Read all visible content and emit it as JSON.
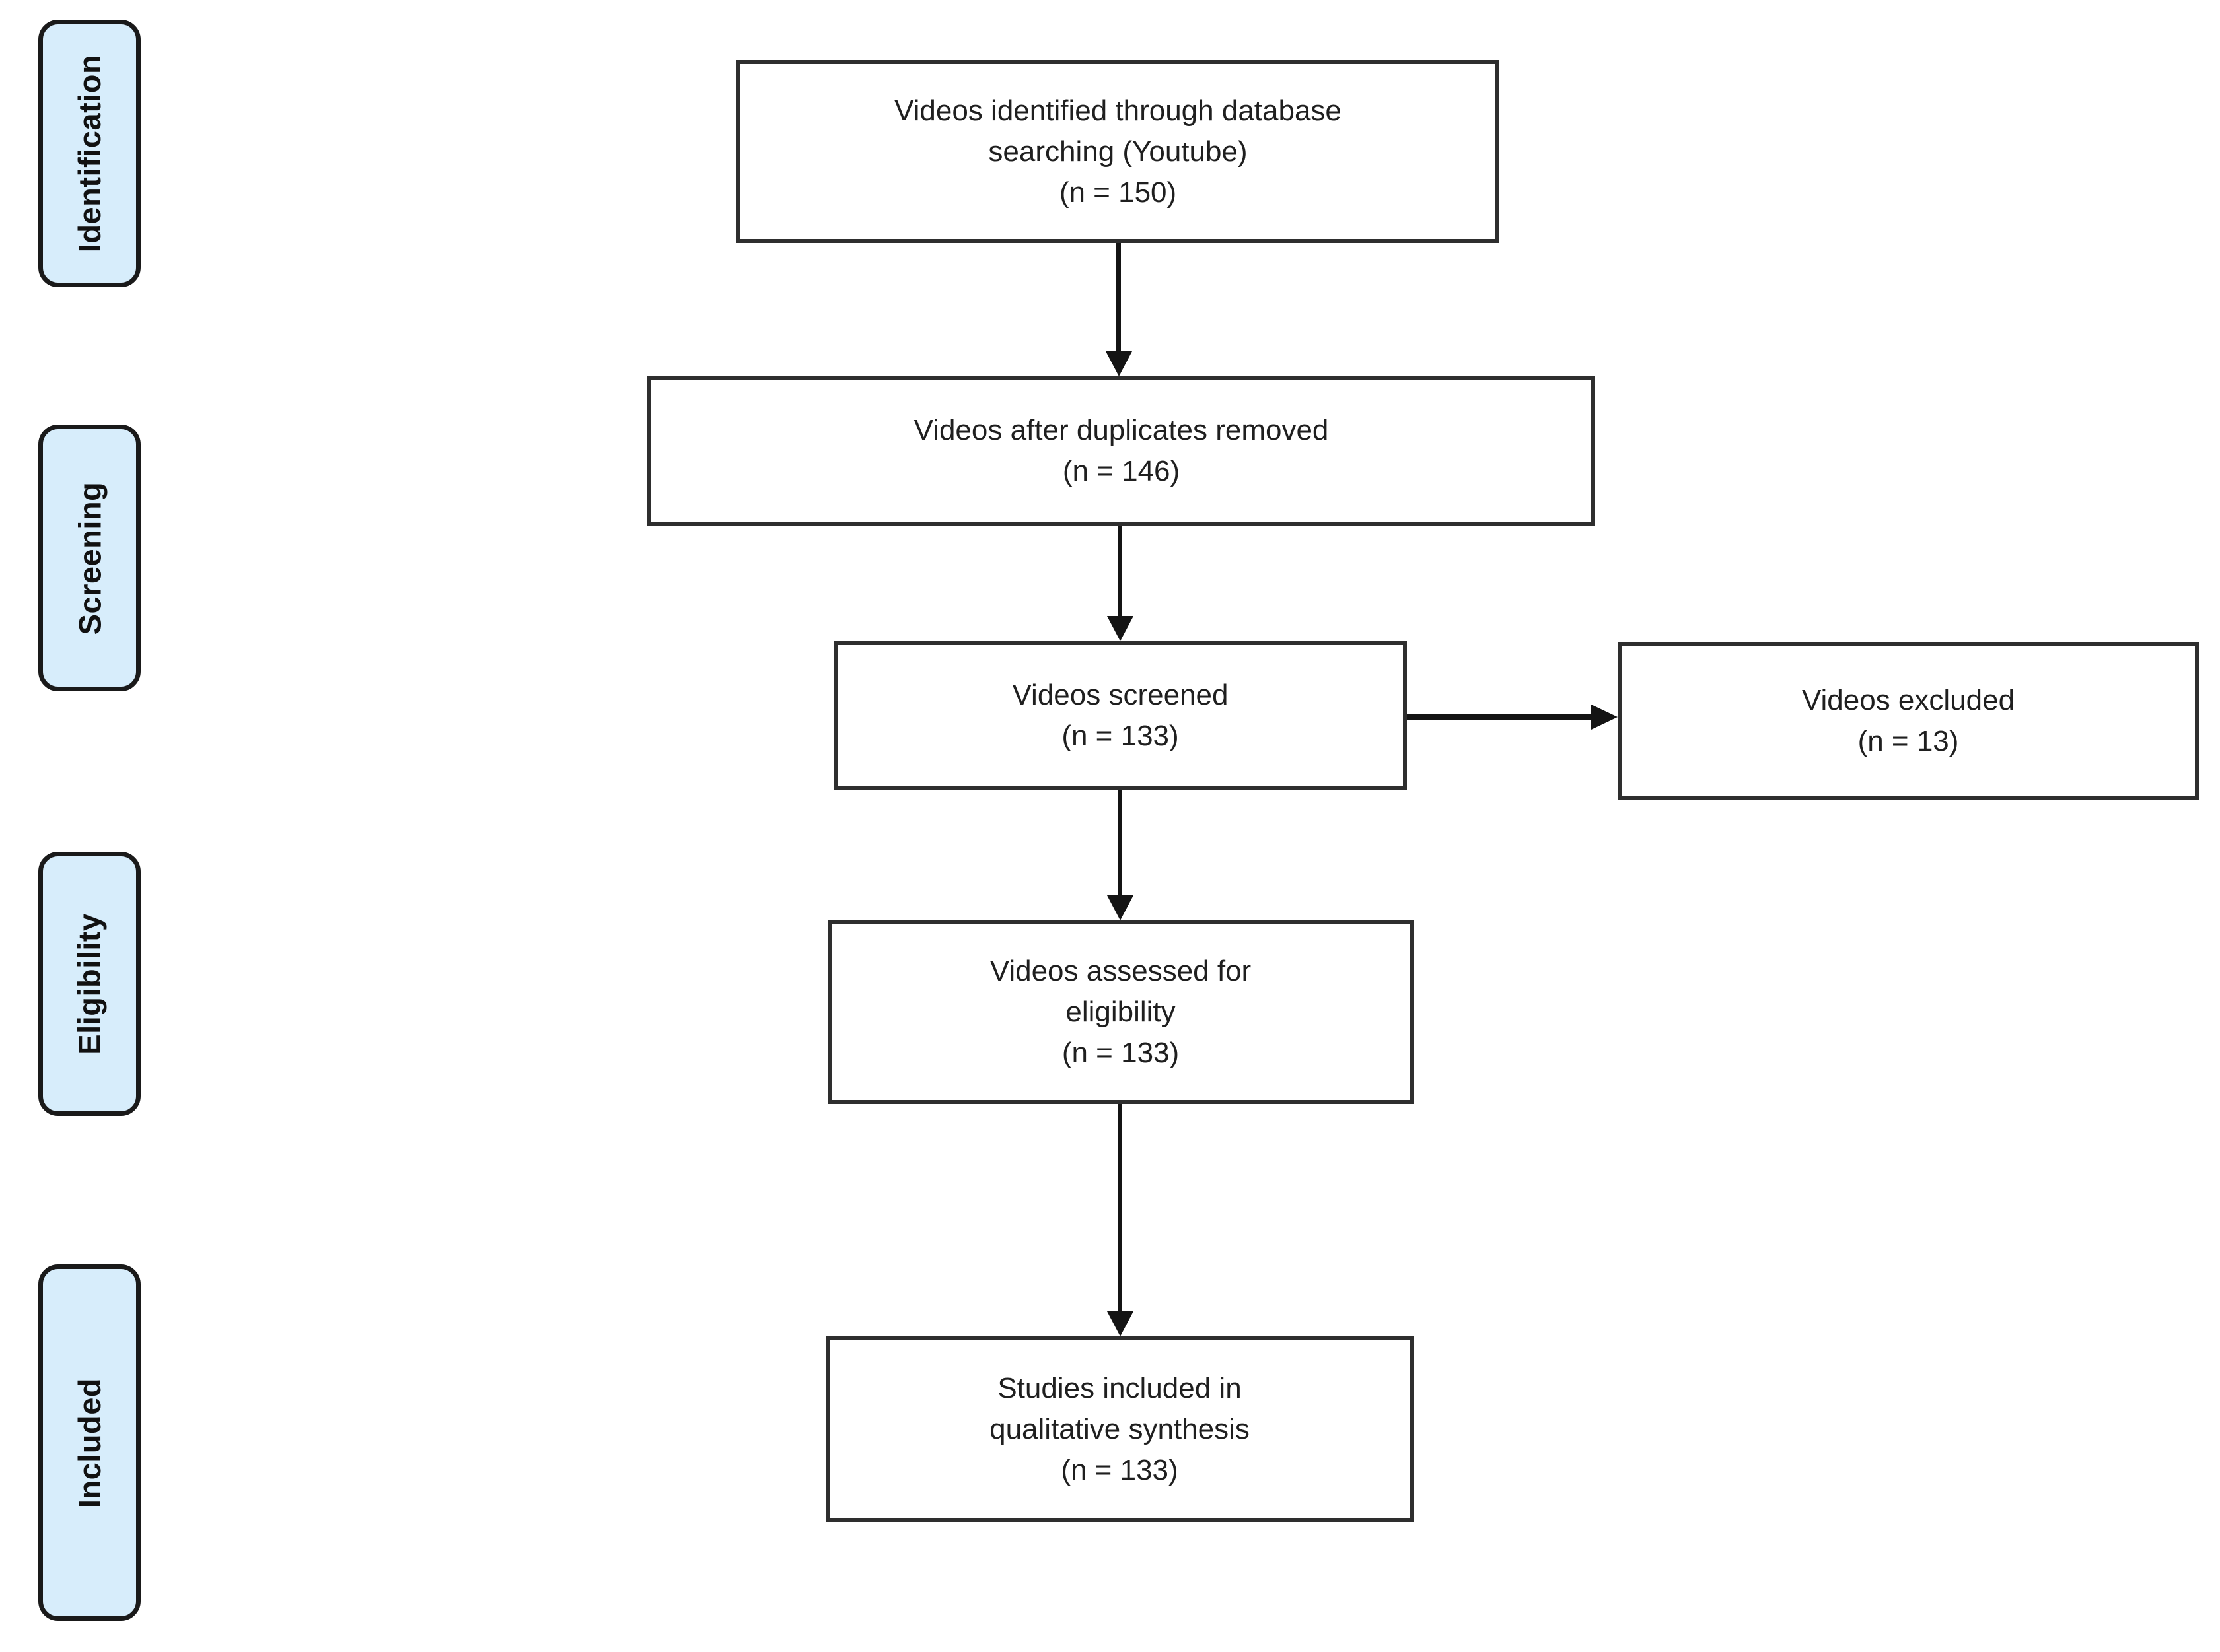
{
  "diagram_type": "prisma-flowchart",
  "stages": [
    {
      "label": "Identification"
    },
    {
      "label": "Screening"
    },
    {
      "label": "Eligibility"
    },
    {
      "label": "Included"
    }
  ],
  "nodes": {
    "identified": {
      "lines": [
        "Videos identified through database",
        "searching (Youtube)",
        "(n = 150)"
      ],
      "count": 150
    },
    "deduplicated": {
      "lines": [
        "Videos after duplicates removed",
        "(n = 146)"
      ],
      "count": 146
    },
    "screened": {
      "lines": [
        "Videos screened",
        "(n = 133)"
      ],
      "count": 133
    },
    "excluded": {
      "lines": [
        "Videos excluded",
        "(n = 13)"
      ],
      "count": 13
    },
    "assessed": {
      "lines": [
        "Videos assessed for",
        "eligibility",
        "(n = 133)"
      ],
      "count": 133
    },
    "included": {
      "lines": [
        "Studies included in",
        "qualitative synthesis",
        "(n = 133)"
      ],
      "count": 133
    }
  },
  "edges": [
    {
      "from": "identified",
      "to": "deduplicated",
      "direction": "down"
    },
    {
      "from": "deduplicated",
      "to": "screened",
      "direction": "down"
    },
    {
      "from": "screened",
      "to": "excluded",
      "direction": "right"
    },
    {
      "from": "screened",
      "to": "assessed",
      "direction": "down"
    },
    {
      "from": "assessed",
      "to": "included",
      "direction": "down"
    }
  ],
  "colors": {
    "stage_fill": "#d7edfb",
    "stage_border": "#1a1a1a",
    "node_fill": "#ffffff",
    "node_border": "#2e2e2e",
    "arrow": "#141414",
    "text": "#1f1f1f"
  }
}
